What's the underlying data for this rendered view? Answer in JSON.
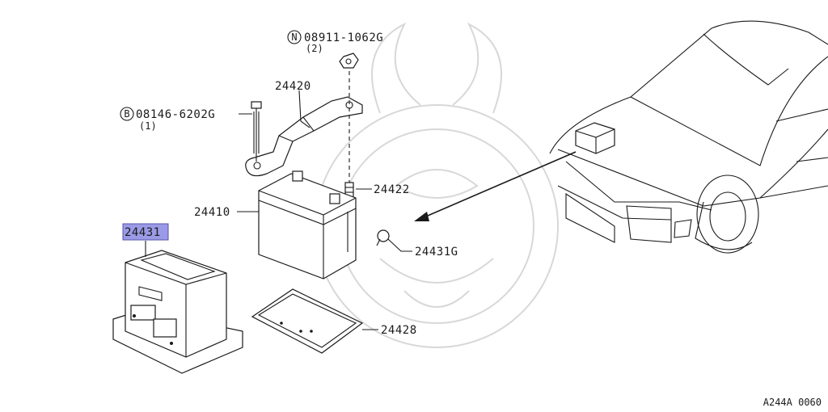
{
  "parts": {
    "bolt_b": {
      "prefix": "B",
      "number": "08146-6202G",
      "qty": "(1)"
    },
    "nut_n": {
      "prefix": "N",
      "number": "08911-1062G",
      "qty": "(2)"
    },
    "frame": "24420",
    "battery": "24410",
    "rod": "24422",
    "cover": "24431",
    "clip": "24431G",
    "tray": "24428"
  },
  "diagram_code": "A244A 0060",
  "colors": {
    "highlight": "#9a9ae6",
    "ink": "#1a1a1a",
    "watermark": "#d8d8d8"
  }
}
